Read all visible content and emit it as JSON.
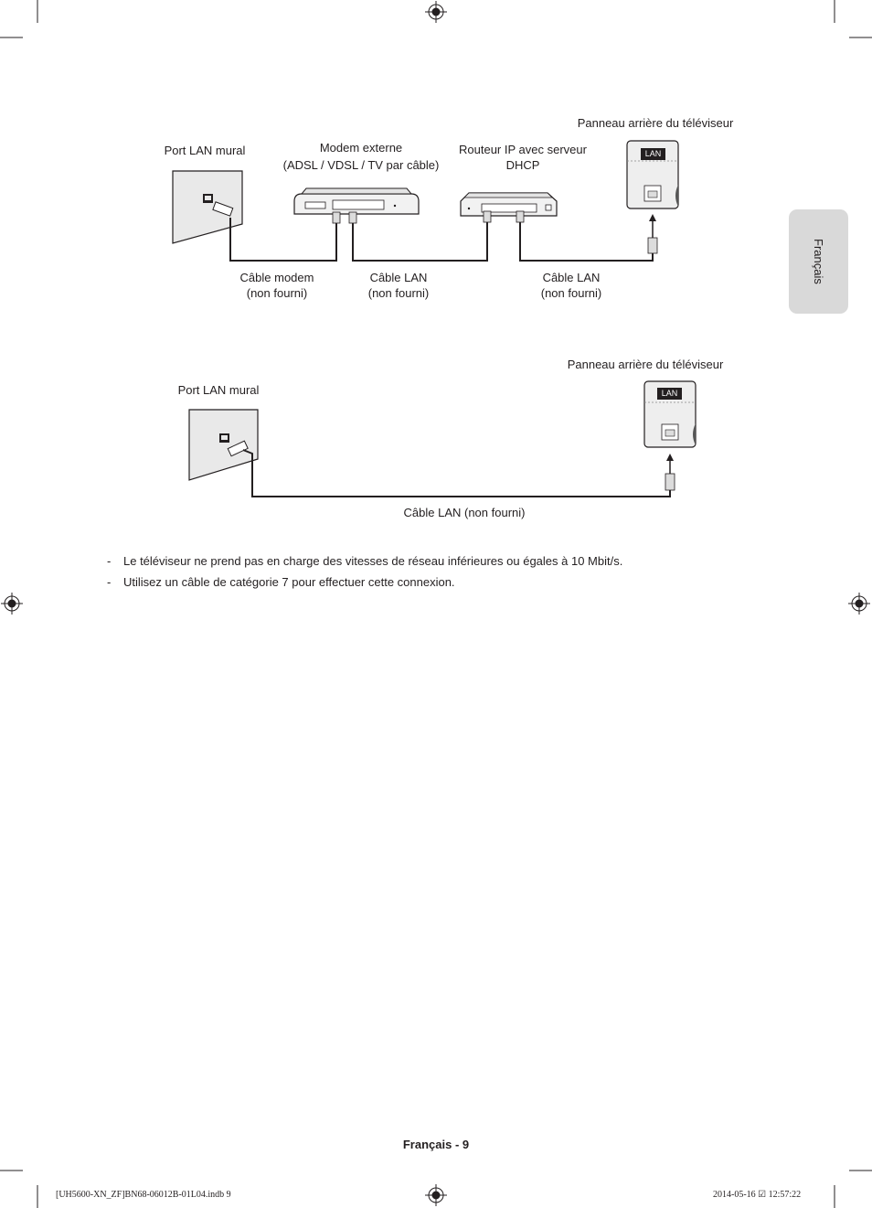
{
  "diagram1": {
    "tv_panel_label": "Panneau arrière du téléviseur",
    "wall_port_label": "Port LAN mural",
    "modem_label_line1": "Modem externe",
    "modem_label_line2": "(ADSL / VDSL / TV par câble)",
    "router_label_line1": "Routeur IP avec serveur",
    "router_label_line2": "DHCP",
    "cable_modem_line1": "Câble modem",
    "cable_modem_line2": "(non fourni)",
    "cable_lan1_line1": "Câble LAN",
    "cable_lan1_line2": "(non fourni)",
    "cable_lan2_line1": "Câble LAN",
    "cable_lan2_line2": "(non fourni)",
    "lan_badge": "LAN"
  },
  "diagram2": {
    "tv_panel_label": "Panneau arrière du téléviseur",
    "wall_port_label": "Port LAN mural",
    "cable_label": "Câble LAN (non fourni)",
    "lan_badge": "LAN"
  },
  "notes": [
    "Le téléviseur ne prend pas en charge des vitesses de réseau inférieures ou égales à 10 Mbit/s.",
    "Utilisez un câble de catégorie 7 pour effectuer cette connexion."
  ],
  "bullet_char": "-",
  "side_tab": "Français",
  "footer": {
    "page_label": "Français - 9"
  },
  "slug": {
    "file": "[UH5600-XN_ZF]BN68-06012B-01L04.indb   9",
    "date": "2014-05-16   ☑ 12:57:22"
  }
}
